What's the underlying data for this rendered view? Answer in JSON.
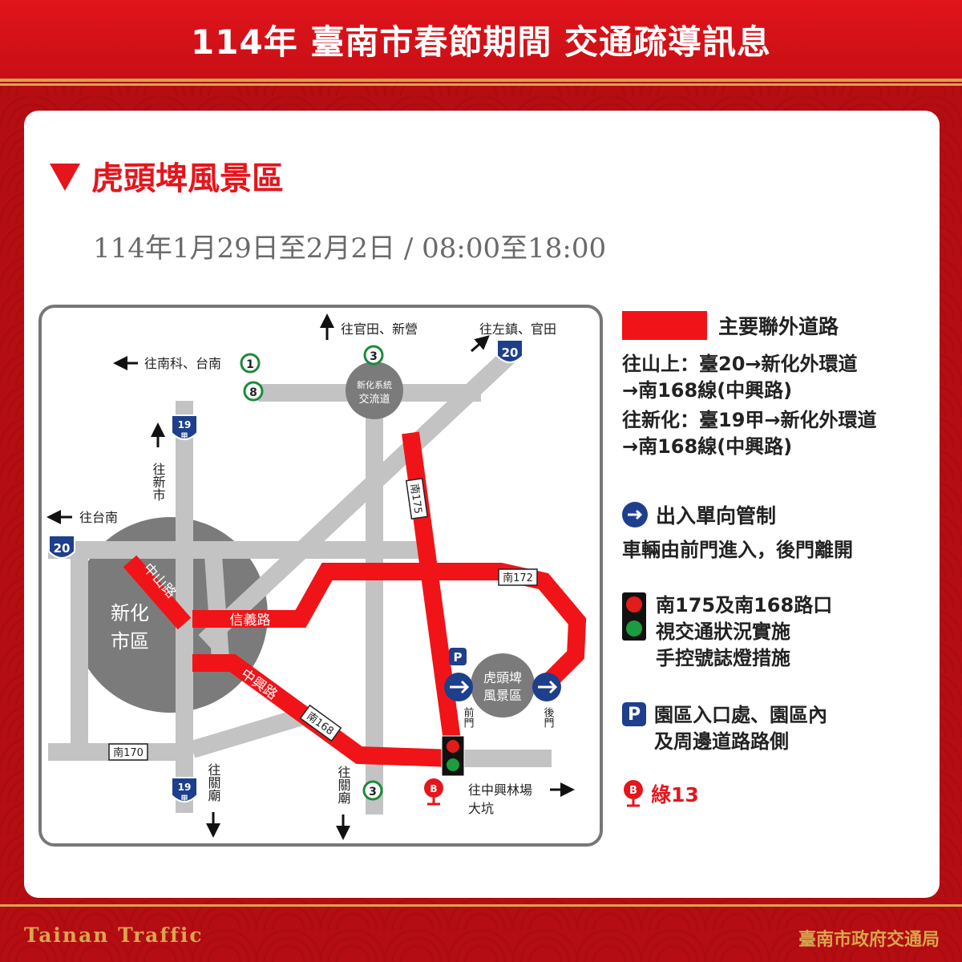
{
  "header": {
    "title": "114年 臺南市春節期間 交通疏導訊息"
  },
  "section": {
    "title": "虎頭埤風景區",
    "date": "114年1月29日至2月2日 / 08:00至18:00"
  },
  "map": {
    "directions": {
      "guantian_xinying": "往官田、新營",
      "zuozhen_guantian": "往左鎮、官田",
      "nanke_tainan": "往南科、台南",
      "tainan": "往台南",
      "xinshi": "往新市",
      "guanmiao_1": "往關廟",
      "guanmiao_2": "往關廟",
      "zhongxing_forest": "往中興林場",
      "dakeng": "大坑"
    },
    "shields": {
      "pv1": "1",
      "pv8": "8",
      "pv3_top": "3",
      "pv3_bottom": "3",
      "hw20_top": "20",
      "hw20_left": "20",
      "hw19a_top": "19",
      "hw19a_top_sub": "甲",
      "hw19a_bottom": "19",
      "hw19a_bottom_sub": "甲"
    },
    "places": {
      "interchange_line1": "新化系統",
      "interchange_line2": "交流道",
      "downtown_line1": "新化",
      "downtown_line2": "市區",
      "scenic_line1": "虎頭埤",
      "scenic_line2": "風景區",
      "front_gate": "前門",
      "back_gate": "後門"
    },
    "roads": {
      "zhongshan": "中山路",
      "xinyi": "信義路",
      "zhongxing": "中興路",
      "nan175": "南175",
      "nan172": "南172",
      "nan168": "南168",
      "nan170": "南170"
    },
    "markers": {
      "parking": "P",
      "bus": "B"
    }
  },
  "legend": {
    "main_roads": "主要聯外道路",
    "route_shanshang_1": "往山上：臺20→新化外環道",
    "route_shanshang_2": "→南168線(中興路)",
    "route_xinhua_1": "往新化：臺19甲→新化外環道",
    "route_xinhua_2": "→南168線(中興路)",
    "oneway_title": "出入單向管制",
    "oneway_desc": "車輛由前門進入，後門離開",
    "signal_1": "南175及南168路口",
    "signal_2": "視交通狀況實施",
    "signal_3": "手控號誌燈措施",
    "parking_1": "園區入口處、園區內",
    "parking_2": "及周邊道路路側",
    "parking_icon": "P",
    "bus_route": "綠13",
    "bus_icon": "B"
  },
  "footer": {
    "left": "Tainan Traffic",
    "right": "臺南市政府交通局"
  },
  "colors": {
    "red": "#f01418",
    "gray_road": "#c3c3c3",
    "navy": "#1d3f8c",
    "gold": "#d9a54e",
    "frame_red": "#b50d12"
  }
}
